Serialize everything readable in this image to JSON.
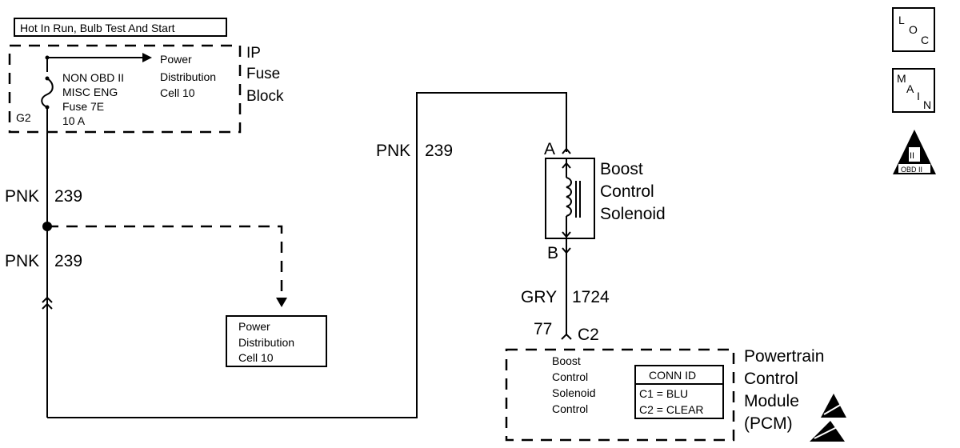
{
  "header_box": {
    "text": "Hot In Run, Bulb Test And Start"
  },
  "fuse_block": {
    "label_lines": [
      "IP",
      "Fuse",
      "Block"
    ],
    "fuse_lines": [
      "NON OBD II",
      "MISC ENG",
      "Fuse 7E",
      "10 A"
    ],
    "g_label": "G2",
    "arrow_target_lines": [
      "Power",
      "Distribution",
      "Cell 10"
    ]
  },
  "wires": {
    "upper_left": "PNK",
    "upper_left_num": "239",
    "lower_left": "PNK",
    "lower_left_num": "239",
    "middle": "PNK",
    "middle_num": "239",
    "solenoid_to_pcm": "GRY",
    "solenoid_to_pcm_num": "1724"
  },
  "power_dist_box": {
    "lines": [
      "Power",
      "Distribution",
      "Cell 10"
    ]
  },
  "solenoid": {
    "terminal_a": "A",
    "terminal_b": "B",
    "label_lines": [
      "Boost",
      "Control",
      "Solenoid"
    ]
  },
  "pcm": {
    "pin": "77",
    "connector": "C2",
    "function_lines": [
      "Boost",
      "Control",
      "Solenoid",
      "Control"
    ],
    "conn_id_title": "CONN ID",
    "conn_id_rows": [
      "C1 = BLU",
      "C2 = CLEAR"
    ],
    "label_lines": [
      "Powertrain",
      "Control",
      "Module",
      "(PCM)"
    ]
  },
  "side_icons": {
    "loc": [
      "L",
      "O",
      "C"
    ],
    "main": [
      "M",
      "A",
      "I",
      "N"
    ],
    "obd": [
      "II",
      "OBD II"
    ]
  },
  "colors": {
    "ink": "#000000",
    "background": "#ffffff"
  }
}
